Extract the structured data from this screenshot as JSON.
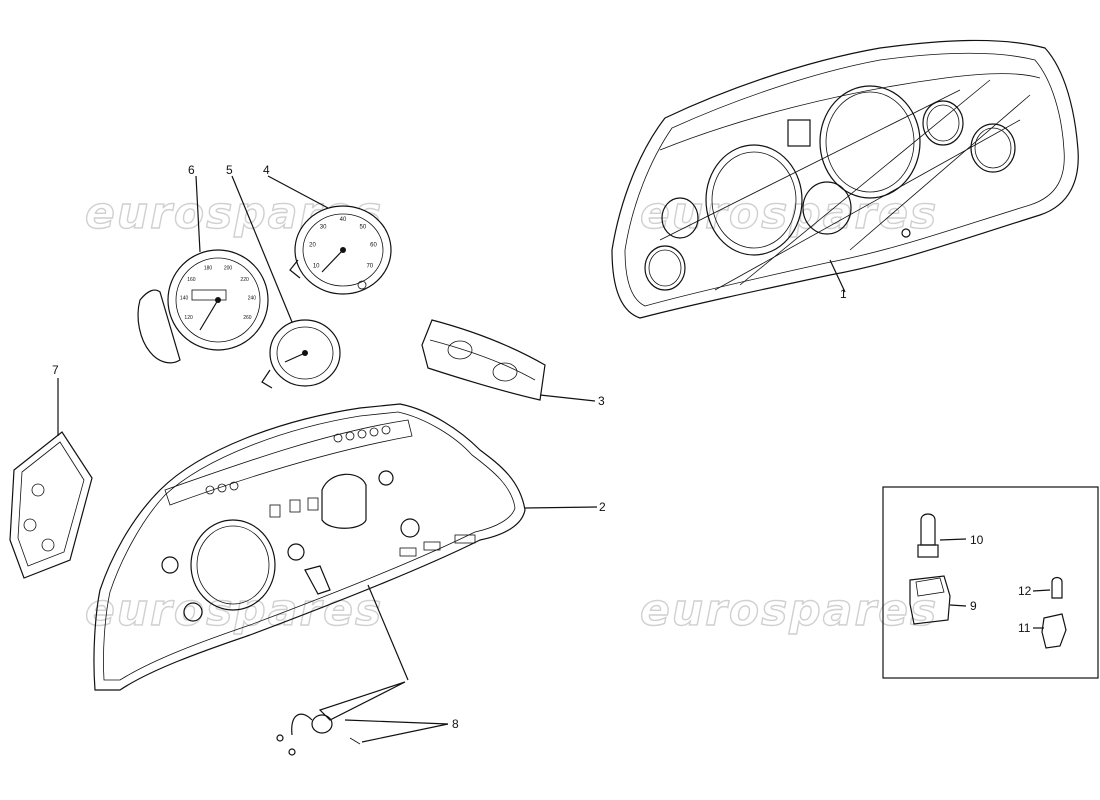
{
  "watermark": {
    "text": "eurospares"
  },
  "callouts": [
    {
      "id": "1",
      "label": "1"
    },
    {
      "id": "2",
      "label": "2"
    },
    {
      "id": "3",
      "label": "3"
    },
    {
      "id": "4",
      "label": "4"
    },
    {
      "id": "5",
      "label": "5"
    },
    {
      "id": "6",
      "label": "6"
    },
    {
      "id": "7",
      "label": "7"
    },
    {
      "id": "8",
      "label": "8"
    },
    {
      "id": "9",
      "label": "9"
    },
    {
      "id": "10",
      "label": "10"
    },
    {
      "id": "11",
      "label": "11"
    },
    {
      "id": "12",
      "label": "12"
    }
  ],
  "gauge_tick_labels": {
    "tachometer": [
      "10",
      "20",
      "30",
      "40",
      "50",
      "60",
      "70"
    ],
    "speedometer": [
      "120",
      "140",
      "160",
      "180",
      "200",
      "220",
      "240",
      "260"
    ]
  },
  "colors": {
    "line": "#111111",
    "watermark": "#d0d0d0",
    "background": "#ffffff"
  }
}
